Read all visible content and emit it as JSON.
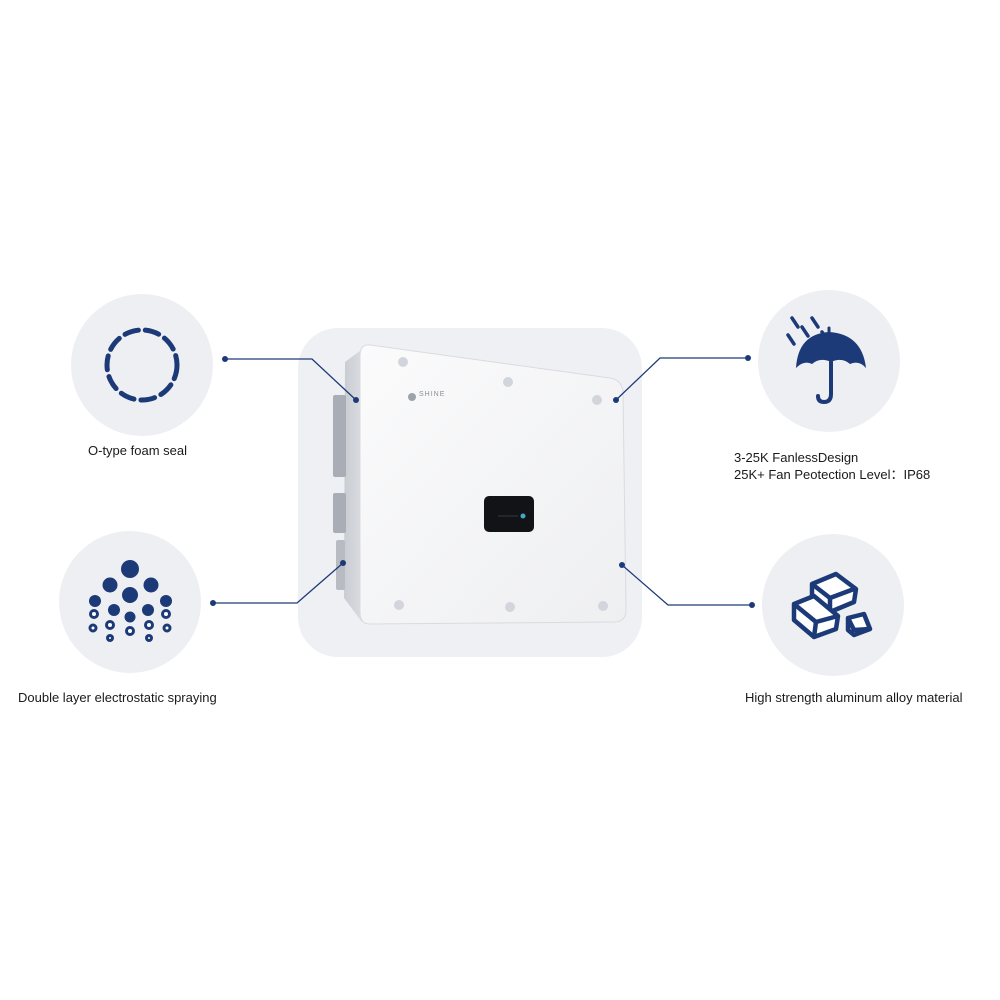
{
  "product": {
    "brand_text": "SHINE"
  },
  "features": {
    "seal": {
      "icon": "dashed-ring-icon",
      "label": "O-type foam seal"
    },
    "spraying": {
      "icon": "spray-dots-icon",
      "label": "Double layer electrostatic spraying"
    },
    "fanless": {
      "icon": "umbrella-rain-icon",
      "label_line1": "3-25K FanlessDesign",
      "label_line2": "25K+ Fan Peotection Level：IP68"
    },
    "alloy": {
      "icon": "metal-ingots-icon",
      "label": "High strength aluminum alloy material"
    }
  },
  "colors": {
    "accent": "#1d3a78",
    "circle_bg": "#eeeff2",
    "panel_bg": "#eef0f4"
  }
}
